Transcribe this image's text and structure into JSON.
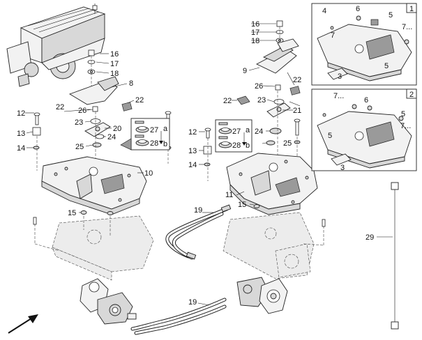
{
  "callouts": {
    "c1": "1",
    "c2": "2",
    "c3": "3",
    "c3b": "3",
    "c4": "4",
    "c5a": "5",
    "c5b": "5",
    "c5c": "5",
    "c5d": "5",
    "c6a": "6",
    "c6b": "6",
    "c7a": "7",
    "c7b": "7...",
    "c7c": "7...",
    "c7d": "7...",
    "c8": "8",
    "c9": "9",
    "c10": "10",
    "c11": "11",
    "c12a": "12",
    "c12b": "12",
    "c13a": "13",
    "c13b": "13",
    "c14a": "14",
    "c14b": "14",
    "c15a": "15",
    "c15b": "15",
    "c16a": "16",
    "c16b": "16",
    "c17a": "17",
    "c17b": "17",
    "c18a": "18",
    "c18b": "18",
    "c19a": "19",
    "c19b": "19",
    "c20": "20",
    "c21": "21",
    "c22a": "22",
    "c22b": "22",
    "c22c": "22",
    "c22d": "22",
    "c23a": "23",
    "c23b": "23",
    "c24a": "24",
    "c24b": "24",
    "c25a": "25",
    "c25b": "25",
    "c26a": "26",
    "c26b": "26",
    "c27a": "27",
    "c27b": "27",
    "c28a": "28",
    "c28b": "28",
    "ca1": "a",
    "cb1": "b",
    "ca2": "a",
    "cb2": "b",
    "c29": "29"
  },
  "icons": {
    "direction_arrow": "travel-direction-arrow-icon",
    "dimension_end": "square-end-marker-icon"
  }
}
